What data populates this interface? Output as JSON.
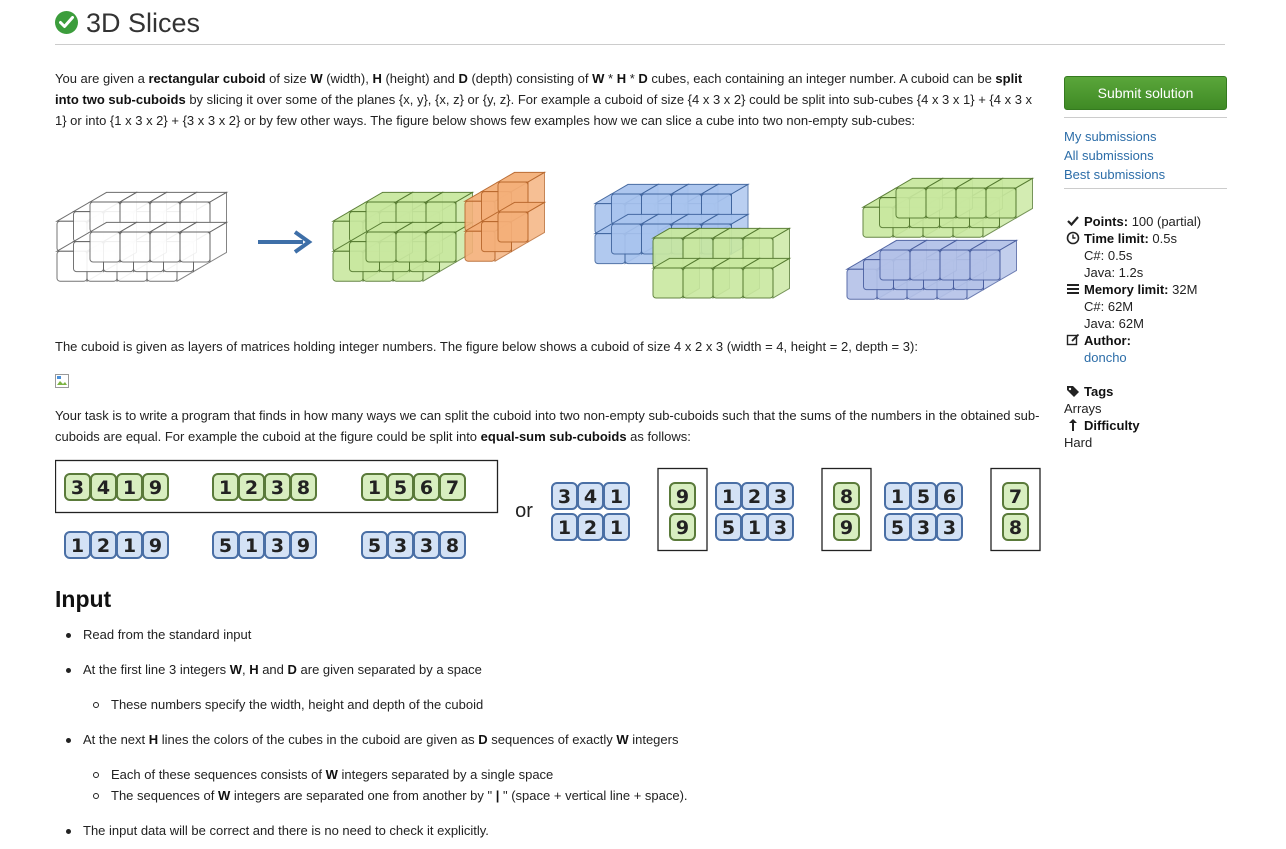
{
  "header": {
    "title": "3D Slices"
  },
  "intro": {
    "t1": "You are given a ",
    "b1": "rectangular cuboid",
    "t2": " of size ",
    "b2": "W",
    "t3": " (width), ",
    "b3": "H",
    "t4": " (height) and ",
    "b4": "D",
    "t5": " (depth) consisting of ",
    "b5": "W",
    "t6": " * ",
    "b6": "H",
    "t7": " * ",
    "b7": "D",
    "t8": " cubes, each containing an integer number. A cuboid can be ",
    "b8": "split into two sub-cuboids",
    "t9": " by slicing it over some of the planes {x, y}, {x, z} or {y, z}. For example a cuboid of size {4 x 3 x 2} could be split into sub-cubes {4 x 3 x 1} + {4 x 3 x 1} or into {1 x 3 x 2} + {3 x 3 x 2} or by few other ways. The figure below shows few examples how we can slice a cube into two non-empty sub-cubes:"
  },
  "cuboid_text": "The cuboid is given as layers of matrices holding integer numbers. The figure below shows a cuboid of size 4 x 2 x 3 (width = 4, height = 2, depth = 3):",
  "task": {
    "t1": "Your task is to write a program that finds in how many ways we can split the cuboid into two non-empty sub-cuboids such that the sums of the numbers in the obtained sub-cuboids are equal. For example the cuboid at the figure could be split into ",
    "b1": "equal-sum sub-cuboids",
    "t2": " as follows:"
  },
  "split_figure": {
    "top_groups": [
      [
        "3",
        "4",
        "1",
        "9"
      ],
      [
        "1",
        "2",
        "3",
        "8"
      ],
      [
        "1",
        "5",
        "6",
        "7"
      ]
    ],
    "bottom_groups": [
      [
        "1",
        "2",
        "1",
        "9"
      ],
      [
        "5",
        "1",
        "3",
        "9"
      ],
      [
        "5",
        "3",
        "3",
        "8"
      ]
    ],
    "or_label": "or",
    "right_blocks": [
      {
        "left_top": [
          "3",
          "4",
          "1"
        ],
        "left_bottom": [
          "1",
          "2",
          "1"
        ],
        "right": [
          "9",
          "9"
        ]
      },
      {
        "left_top": [
          "1",
          "2",
          "3"
        ],
        "left_bottom": [
          "5",
          "1",
          "3"
        ],
        "right": [
          "8",
          "9"
        ]
      },
      {
        "left_top": [
          "1",
          "5",
          "6"
        ],
        "left_bottom": [
          "5",
          "3",
          "3"
        ],
        "right": [
          "7",
          "8"
        ]
      }
    ],
    "colors": {
      "green_fill": "#d8eec0",
      "green_border": "#5a7a3a",
      "blue_fill": "#d4e2f5",
      "blue_border": "#4a6fa5"
    }
  },
  "input_section": {
    "heading": "Input",
    "items": [
      {
        "level": 1,
        "parts": [
          {
            "t": "Read from the standard input"
          }
        ]
      },
      {
        "level": 1,
        "parts": [
          {
            "t": "At the first line 3 integers "
          },
          {
            "b": "W"
          },
          {
            "t": ", "
          },
          {
            "b": "H"
          },
          {
            "t": " and "
          },
          {
            "b": "D"
          },
          {
            "t": " are given separated by a space"
          }
        ]
      },
      {
        "level": 2,
        "parts": [
          {
            "t": "These numbers specify the width, height and depth of the cuboid"
          }
        ]
      },
      {
        "level": 1,
        "parts": [
          {
            "t": "At the next "
          },
          {
            "b": "H"
          },
          {
            "t": " lines the colors of the cubes in the cuboid are given as "
          },
          {
            "b": "D"
          },
          {
            "t": " sequences of exactly "
          },
          {
            "b": "W"
          },
          {
            "t": " integers"
          }
        ]
      },
      {
        "level": 2,
        "parts": [
          {
            "t": "Each of these sequences consists of "
          },
          {
            "b": "W"
          },
          {
            "t": " integers separated by a single space"
          }
        ]
      },
      {
        "level": 2,
        "parts": [
          {
            "t": "The sequences of "
          },
          {
            "b": "W"
          },
          {
            "t": " integers are separated one from another by \" "
          },
          {
            "b": "|"
          },
          {
            "t": " \" (space + vertical line + space)."
          }
        ]
      },
      {
        "level": 1,
        "parts": [
          {
            "t": "The input data will be correct and there is no need to check it explicitly."
          }
        ]
      }
    ]
  },
  "sidebar": {
    "submit_label": "Submit solution",
    "links": [
      "My submissions",
      "All submissions",
      "Best submissions"
    ],
    "points_label": "Points:",
    "points_value": "100 (partial)",
    "time_label": "Time limit:",
    "time_value": "0.5s",
    "time_cs": "C#: 0.5s",
    "time_java": "Java: 1.2s",
    "memory_label": "Memory limit:",
    "memory_value": "32M",
    "memory_cs": "C#: 62M",
    "memory_java": "Java: 62M",
    "author_label": "Author:",
    "author_value": "doncho",
    "tags_label": "Tags",
    "tags_value": "Arrays",
    "difficulty_label": "Difficulty",
    "difficulty_value": "Hard"
  }
}
